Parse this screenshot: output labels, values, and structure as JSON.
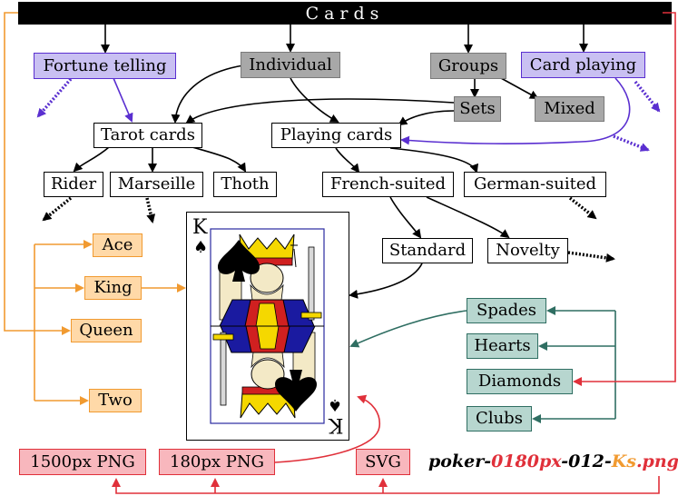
{
  "title": "Cards",
  "nodes": {
    "fortune_telling": "Fortune telling",
    "individual": "Individual",
    "groups": "Groups",
    "card_playing": "Card playing",
    "sets": "Sets",
    "mixed": "Mixed",
    "tarot_cards": "Tarot cards",
    "playing_cards": "Playing cards",
    "rider": "Rider",
    "marseille": "Marseille",
    "thoth": "Thoth",
    "french_suited": "French-suited",
    "german_suited": "German-suited",
    "standard": "Standard",
    "novelty": "Novelty"
  },
  "ranks": {
    "ace": "Ace",
    "king": "King",
    "queen": "Queen",
    "two": "Two"
  },
  "suits": {
    "spades": "Spades",
    "hearts": "Hearts",
    "diamonds": "Diamonds",
    "clubs": "Clubs"
  },
  "formats": {
    "png_1500": "1500px PNG",
    "png_180": "180px PNG",
    "svg": "SVG"
  },
  "filename": {
    "prefix": "poker-",
    "size": "0180px",
    "mid": "-012-",
    "card": "Ks",
    "ext": ".png"
  },
  "card_face": {
    "rank": "K",
    "suit_glyph": "♠"
  },
  "colors": {
    "fortune": "#5a2fd0",
    "rank": "#f19a30",
    "suit": "#2f6e62",
    "format": "#e0303a",
    "gray": "#a8a8a8"
  }
}
